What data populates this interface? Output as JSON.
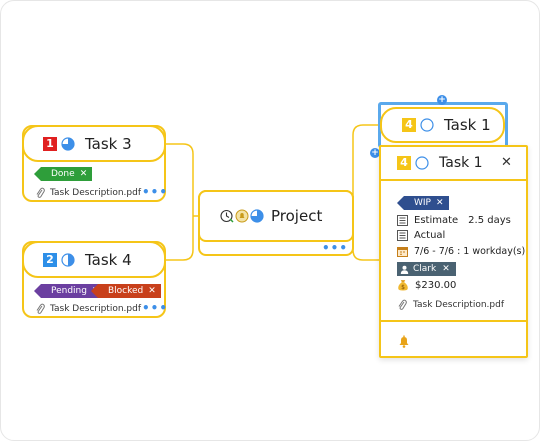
{
  "root": {
    "title": "Project",
    "more": "•••"
  },
  "task3": {
    "priority": "1",
    "title": "Task 3",
    "tags": [
      {
        "label": "Done",
        "color": "#2e9e3a"
      }
    ],
    "attachment": "Task Description.pdf",
    "more": "•••"
  },
  "task4": {
    "priority": "2",
    "title": "Task 4",
    "tags": [
      {
        "label": "Pending",
        "color": "#6b3fa0"
      },
      {
        "label": "Blocked",
        "color": "#c8401b"
      }
    ],
    "attachment": "Task Description.pdf",
    "more": "•••"
  },
  "task1_node": {
    "priority": "4",
    "title": "Task 1"
  },
  "task1_panel": {
    "priority": "4",
    "title": "Task 1",
    "close": "✕",
    "tag": "WIP",
    "estimate_label": "Estimate",
    "estimate_value": "2.5 days",
    "actual_label": "Actual",
    "dates": "7/6 - 7/6 : 1 workday(s)",
    "assignee": "Clark",
    "cost": "$230.00",
    "attachment": "Task Description.pdf"
  },
  "colors": {
    "accent": "#f5c518",
    "blue": "#3d8fe8",
    "priority1": "#e02020",
    "priority2": "#2d8fe8",
    "priority4": "#f5c518"
  }
}
